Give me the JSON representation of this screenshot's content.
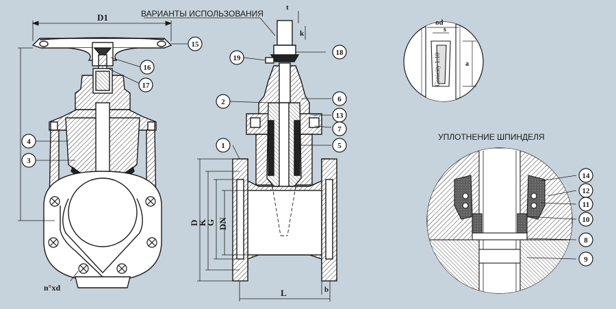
{
  "titles": {
    "usage_variants": "ВАРИАНТЫ ИСПОЛЬЗОВАНИЯ",
    "spindle_seal": "УПЛОТНЕНИЕ ШПИНДЕЛЯ"
  },
  "dimensions": {
    "d1": "D1",
    "t": "t",
    "k": "k",
    "od": "od",
    "s": "s",
    "a": "a",
    "conicity": "Conicity 1:10",
    "D": "D",
    "K": "K",
    "G": "G",
    "DN": "DN",
    "L": "L",
    "b": "b",
    "holes": "n°xd"
  },
  "callouts": {
    "c1": "1",
    "c2": "2",
    "c3": "3",
    "c4": "4",
    "c5": "5",
    "c6": "6",
    "c7": "7",
    "c8": "8",
    "c9": "9",
    "c10": "10",
    "c11": "11",
    "c12": "12",
    "c13": "13",
    "c14": "14",
    "c15": "15",
    "c16": "16",
    "c17": "17",
    "c18": "18",
    "c19": "19"
  },
  "colors": {
    "background": "#c7d3dc",
    "metal": "#ffffff",
    "rubber": "#6a6a6a",
    "line": "#1a1a1a"
  }
}
